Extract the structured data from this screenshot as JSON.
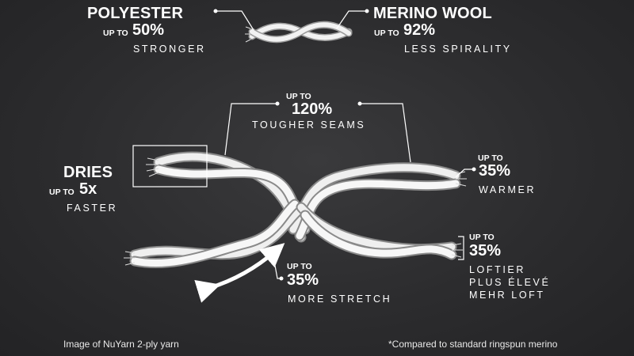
{
  "polyester": {
    "title": "POLYESTER",
    "up_to": "UP TO",
    "value": "50%",
    "desc": "STRONGER"
  },
  "merino": {
    "title": "MERINO WOOL",
    "up_to": "UP TO",
    "value": "92%",
    "desc": "LESS SPIRALITY"
  },
  "seams": {
    "up_to": "UP TO",
    "value": "120%",
    "desc": "TOUGHER SEAMS"
  },
  "dries": {
    "title": "DRIES",
    "up_to": "UP TO",
    "value": "5x",
    "desc": "FASTER"
  },
  "warmer": {
    "up_to": "UP TO",
    "value": "35%",
    "desc": "WARMER"
  },
  "loftier": {
    "up_to": "UP TO",
    "value": "35%",
    "desc_lines": [
      "LOFTIER",
      "PLUS ÉLEVÉ",
      "MEHR LOFT"
    ]
  },
  "stretch": {
    "up_to": "UP TO",
    "value": "35%",
    "desc": "MORE STRETCH"
  },
  "footer": {
    "left": "Image of NuYarn 2-ply yarn",
    "right": "*Compared to standard ringspun merino"
  },
  "colors": {
    "background": "#2c2c2e",
    "strand": "#f2f2f2",
    "strand_shadow": "#8a8a8a",
    "line": "#ffffff"
  }
}
